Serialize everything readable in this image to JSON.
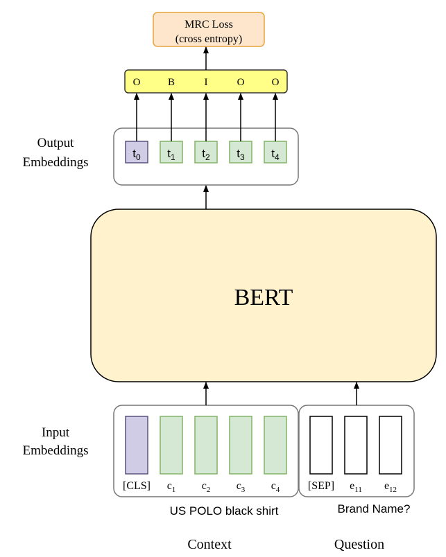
{
  "loss": {
    "line1": "MRC Loss",
    "line2": "(cross entropy)"
  },
  "tags": [
    "O",
    "B",
    "I",
    "O",
    "O"
  ],
  "output_embeddings": {
    "label_line1": "Output",
    "label_line2": "Embeddings",
    "tokens": [
      {
        "base": "t",
        "sub": "0",
        "kind": "cls"
      },
      {
        "base": "t",
        "sub": "1",
        "kind": "context"
      },
      {
        "base": "t",
        "sub": "2",
        "kind": "context"
      },
      {
        "base": "t",
        "sub": "3",
        "kind": "context"
      },
      {
        "base": "t",
        "sub": "4",
        "kind": "context"
      }
    ]
  },
  "model": {
    "label": "BERT"
  },
  "input_embeddings": {
    "label_line1": "Input",
    "label_line2": "Embeddings",
    "context_tokens": [
      {
        "base": "[CLS]",
        "sub": "",
        "kind": "cls"
      },
      {
        "base": "c",
        "sub": "1",
        "kind": "context"
      },
      {
        "base": "c",
        "sub": "2",
        "kind": "context"
      },
      {
        "base": "c",
        "sub": "3",
        "kind": "context"
      },
      {
        "base": "c",
        "sub": "4",
        "kind": "context"
      }
    ],
    "question_tokens": [
      {
        "base": "[SEP]",
        "sub": "",
        "kind": "question"
      },
      {
        "base": "e",
        "sub": "11",
        "kind": "question"
      },
      {
        "base": "e",
        "sub": "12",
        "kind": "question"
      }
    ]
  },
  "context_text": "US POLO black shirt",
  "question_text": "Brand Name?",
  "captions": {
    "context": "Context",
    "question": "Question"
  },
  "colors": {
    "loss_fill": "#fde6cc",
    "loss_stroke": "#e8a33b",
    "tag_fill": "#ffff88",
    "tag_stroke": "#333333",
    "cls_fill": "#d0cce6",
    "cls_stroke": "#56517e",
    "context_fill": "#d5e8d4",
    "context_stroke": "#82b366",
    "question_fill": "#ffffff",
    "question_stroke": "#000000",
    "bert_fill": "#fff2cc",
    "group_stroke": "#777777"
  }
}
